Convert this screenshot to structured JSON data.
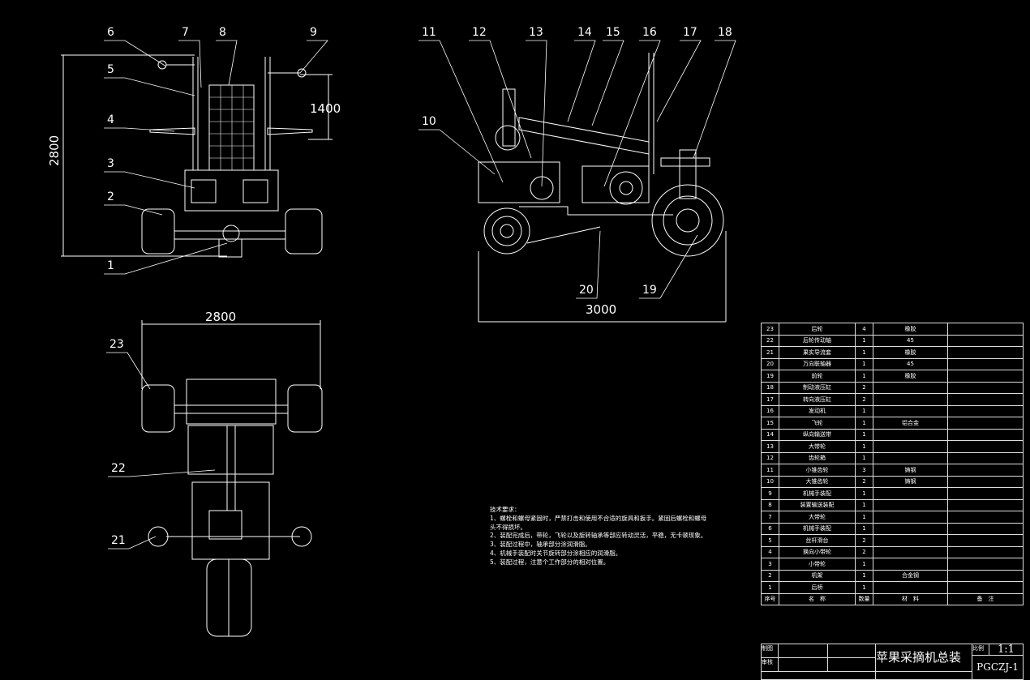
{
  "dimensions": {
    "front_height": "2800",
    "front_partial": "1400",
    "top_width": "2800",
    "side_length": "3000"
  },
  "part_labels": [
    "1",
    "2",
    "3",
    "4",
    "5",
    "6",
    "7",
    "8",
    "9",
    "10",
    "11",
    "12",
    "13",
    "14",
    "15",
    "16",
    "17",
    "18",
    "19",
    "20",
    "21",
    "22",
    "23"
  ],
  "tech_requirements": {
    "title": "技术要求：",
    "items": [
      "1、螺栓和螺母紧固时，严禁打击和使用不合适的旋具和扳手。紧固后螺栓和螺母头不得损坏。",
      "2、装配完成后，带轮，飞轮以及旋转轴承等部应转动灵活，平稳，无卡顿现象。",
      "3、装配过程中，轴承部分涂润滑脂。",
      "4、机械手装配时关节旋转部分涂相应的润滑脂。",
      "5、装配过程，注意个工作部分的相对位置。"
    ]
  },
  "bom": {
    "rows": [
      {
        "no": "23",
        "name": "后轮",
        "qty": "4",
        "material": "橡胶",
        "note": ""
      },
      {
        "no": "22",
        "name": "后轮传动轴",
        "qty": "1",
        "material": "45",
        "note": ""
      },
      {
        "no": "21",
        "name": "果实导流套",
        "qty": "1",
        "material": "橡胶",
        "note": ""
      },
      {
        "no": "20",
        "name": "万向联轴器",
        "qty": "1",
        "material": "45",
        "note": ""
      },
      {
        "no": "19",
        "name": "前轮",
        "qty": "1",
        "material": "橡胶",
        "note": ""
      },
      {
        "no": "18",
        "name": "制动液压缸",
        "qty": "2",
        "material": "",
        "note": ""
      },
      {
        "no": "17",
        "name": "转向液压缸",
        "qty": "2",
        "material": "",
        "note": ""
      },
      {
        "no": "16",
        "name": "发动机",
        "qty": "1",
        "material": "",
        "note": ""
      },
      {
        "no": "15",
        "name": "飞轮",
        "qty": "1",
        "material": "铝合金",
        "note": ""
      },
      {
        "no": "14",
        "name": "纵向输送带",
        "qty": "1",
        "material": "",
        "note": ""
      },
      {
        "no": "13",
        "name": "大带轮",
        "qty": "1",
        "material": "",
        "note": ""
      },
      {
        "no": "12",
        "name": "齿轮箱",
        "qty": "1",
        "material": "",
        "note": ""
      },
      {
        "no": "11",
        "name": "小锥齿轮",
        "qty": "3",
        "material": "铸钢",
        "note": ""
      },
      {
        "no": "10",
        "name": "大锥齿轮",
        "qty": "2",
        "material": "铸钢",
        "note": ""
      },
      {
        "no": "9",
        "name": "机械手装配",
        "qty": "1",
        "material": "",
        "note": ""
      },
      {
        "no": "8",
        "name": "装置输送装配",
        "qty": "1",
        "material": "",
        "note": ""
      },
      {
        "no": "7",
        "name": "大带轮",
        "qty": "1",
        "material": "",
        "note": ""
      },
      {
        "no": "6",
        "name": "机械手装配",
        "qty": "1",
        "material": "",
        "note": ""
      },
      {
        "no": "5",
        "name": "丝杆滑台",
        "qty": "2",
        "material": "",
        "note": ""
      },
      {
        "no": "4",
        "name": "换向小带轮",
        "qty": "2",
        "material": "",
        "note": ""
      },
      {
        "no": "3",
        "name": "小带轮",
        "qty": "1",
        "material": "",
        "note": ""
      },
      {
        "no": "2",
        "name": "机架",
        "qty": "1",
        "material": "合金钢",
        "note": ""
      },
      {
        "no": "1",
        "name": "后桥",
        "qty": "1",
        "material": "",
        "note": ""
      }
    ],
    "header": {
      "no": "序号",
      "name": "名　称",
      "qty": "数量",
      "material": "材　料",
      "note": "备　注"
    }
  },
  "title_block": {
    "drawn_by": "制图",
    "checked_by": "审核",
    "title": "苹果采摘机总装",
    "scale_label": "比例",
    "scale": "1:1",
    "drawing_no": "PGCZJ-1"
  }
}
